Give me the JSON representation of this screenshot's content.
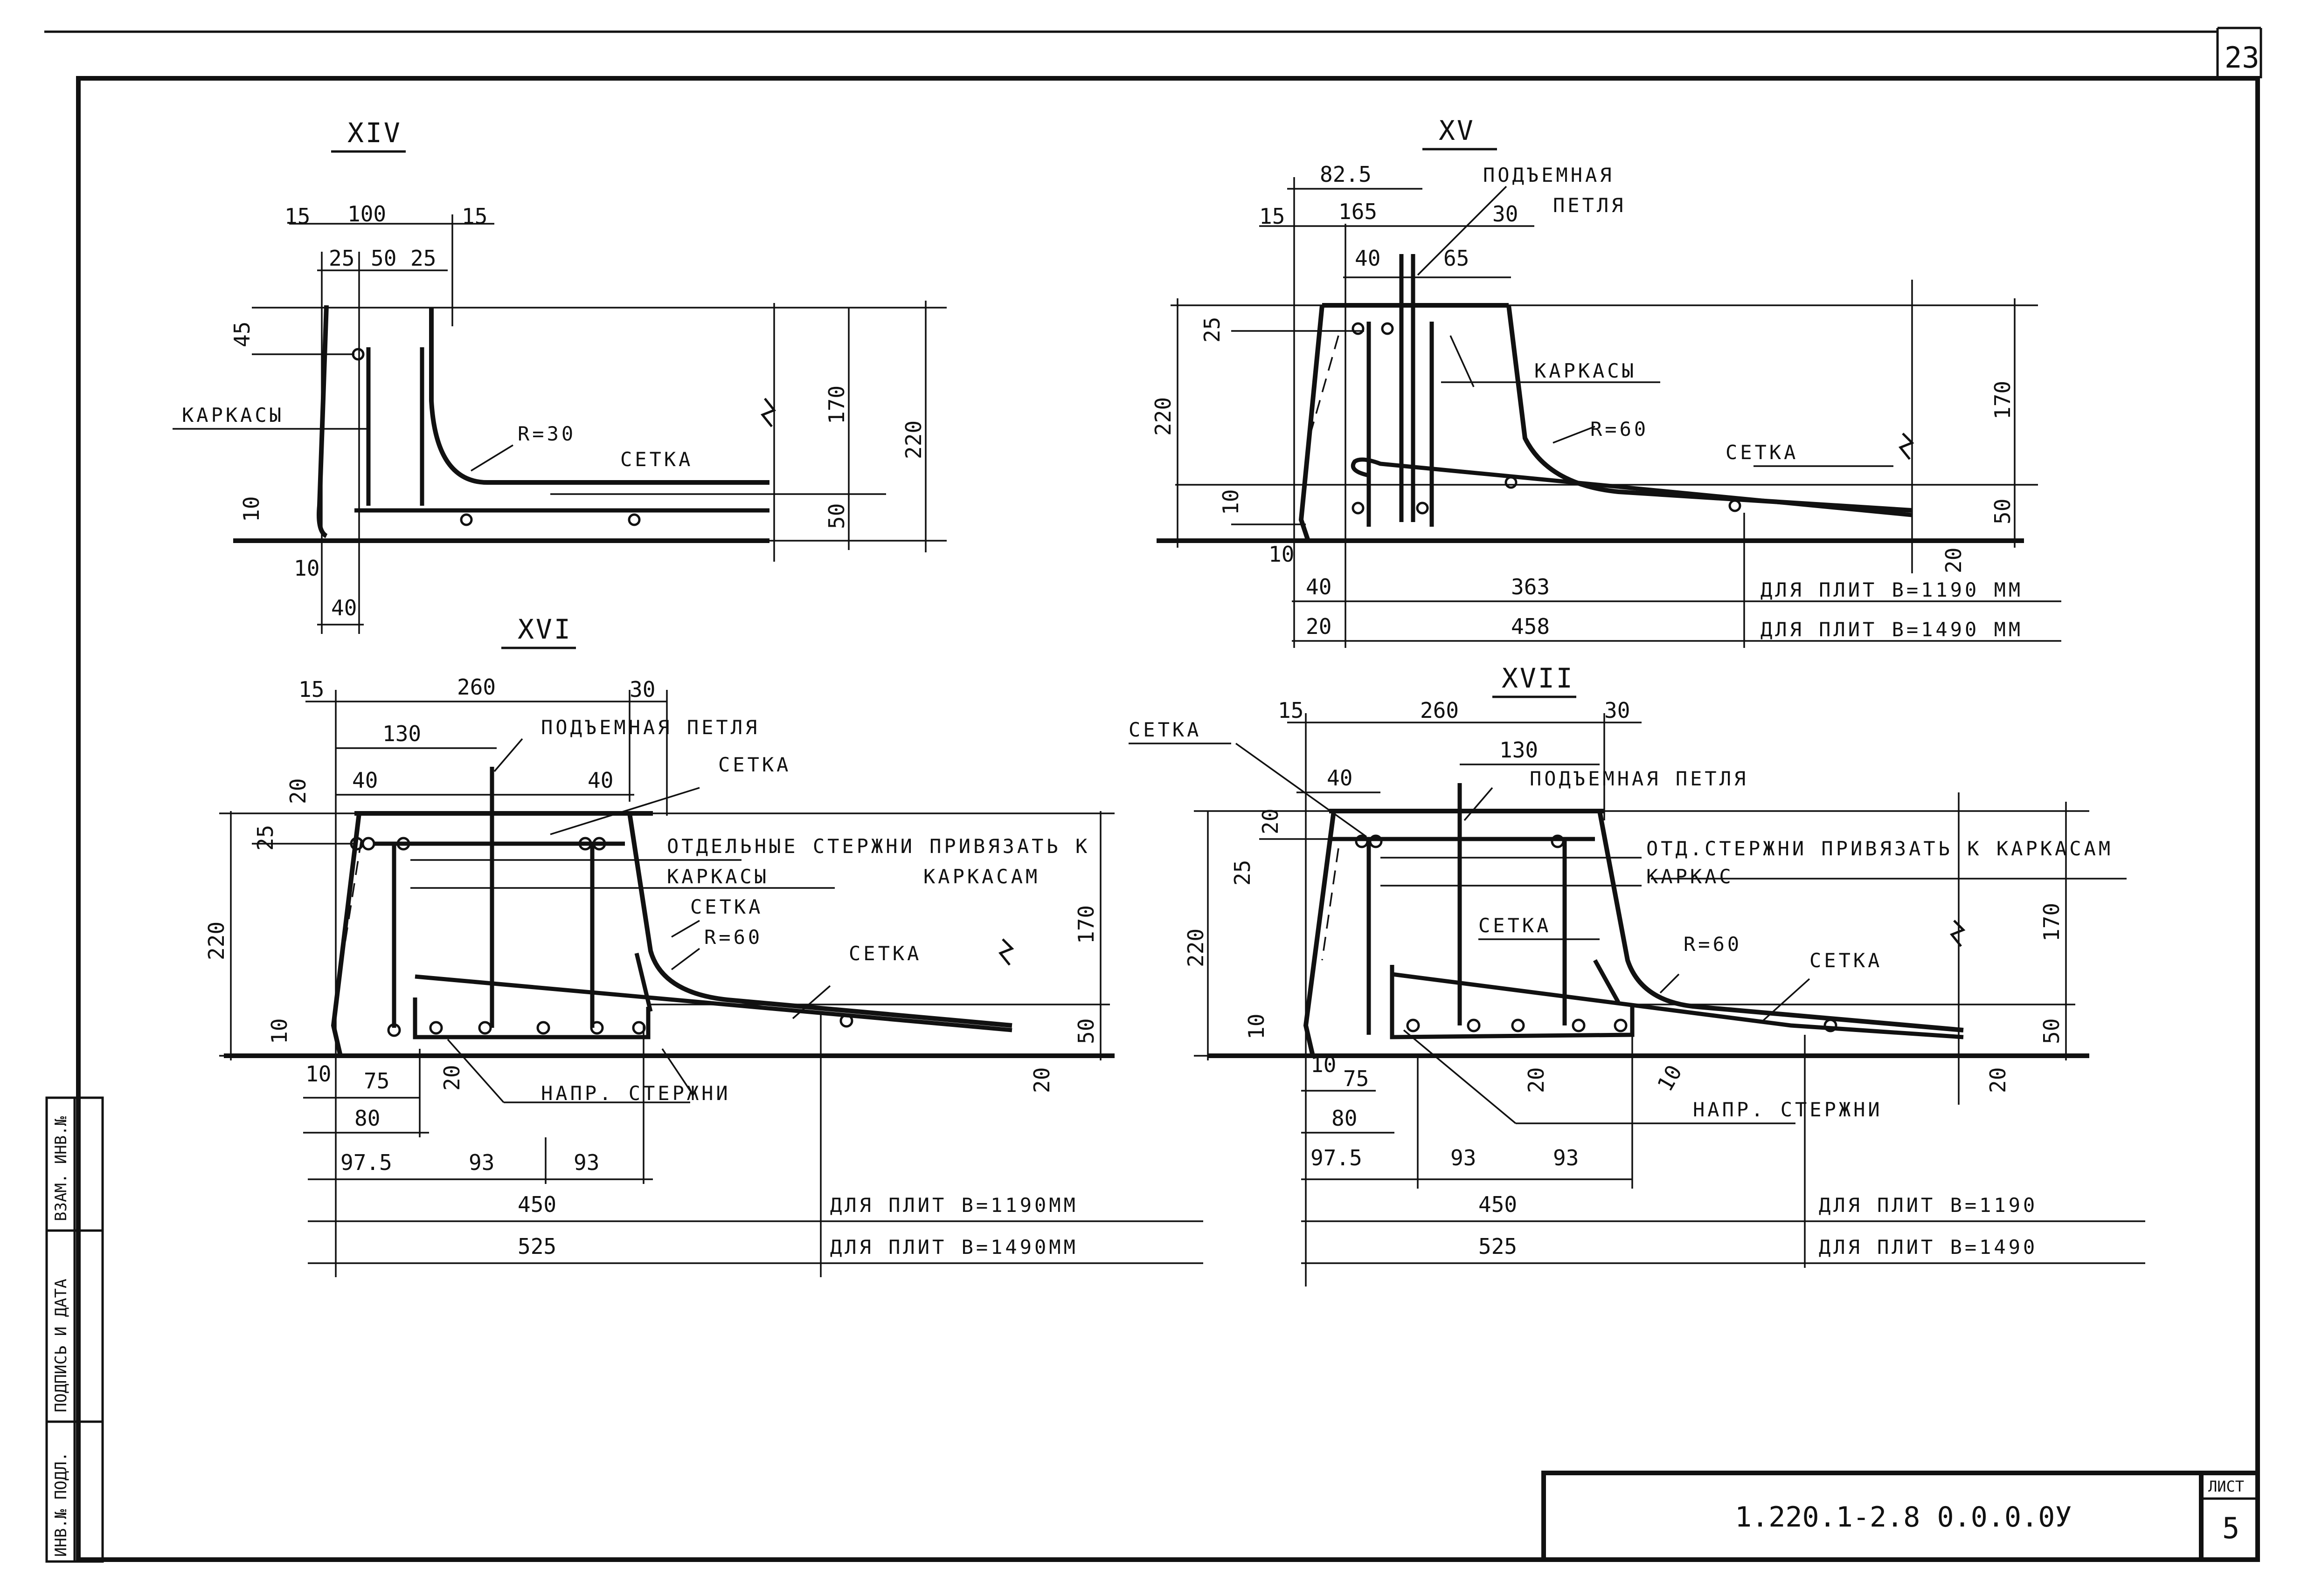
{
  "sheet": {
    "page_number": "23",
    "stamp_code": "1.220.1-2.8 0.0.0.0У",
    "sheet_label": "ЛИСТ",
    "sheet_number": "5",
    "side_stamp": [
      "ИНВ.№ ПОДЛ.",
      "ПОДПИСЬ И ДАТА",
      "ВЗАМ. ИНВ.№"
    ]
  },
  "detail_xiv": {
    "title": "XIV",
    "labels": {
      "karkasy": "КАРКАСЫ",
      "setka": "СЕТКА",
      "radius": "R=30"
    },
    "dims": [
      "15",
      "100",
      "15",
      "25",
      "50",
      "25",
      "45",
      "10",
      "10",
      "40",
      "170",
      "220",
      "50"
    ]
  },
  "detail_xv": {
    "title": "XV",
    "labels": {
      "loop_1": "ПОДЪЕМНАЯ",
      "loop_2": "ПЕТЛЯ",
      "karkasy": "КАРКАСЫ",
      "radius": "R=60",
      "setka": "СЕТКА",
      "note_1190": "ДЛЯ ПЛИТ В=1190 ММ",
      "note_1490": "ДЛЯ ПЛИТ В=1490 ММ"
    },
    "dims": [
      "82.5",
      "15",
      "165",
      "30",
      "40",
      "65",
      "25",
      "220",
      "10",
      "10",
      "40",
      "363",
      "20",
      "458",
      "170",
      "50",
      "20"
    ]
  },
  "detail_xvi": {
    "title": "XVI",
    "labels": {
      "loop": "ПОДЪЕМНАЯ ПЕТЛЯ",
      "setka_1": "СЕТКА",
      "rods_note": "ОТДЕЛЬНЫЕ СТЕРЖНИ ПРИВЯЗАТЬ К",
      "karkasam": "КАРКАСАМ",
      "karkasy": "КАРКАСЫ",
      "setka_2": "СЕТКА",
      "radius": "R=60",
      "setka_3": "СЕТКА",
      "rods": "НАПР. СТЕРЖНИ",
      "note_1190": "ДЛЯ ПЛИТ В=1190ММ",
      "note_1490": "ДЛЯ ПЛИТ В=1490ММ"
    },
    "dims": [
      "15",
      "260",
      "30",
      "130",
      "40",
      "40",
      "20",
      "25",
      "220",
      "10",
      "10",
      "75",
      "80",
      "20",
      "97.5",
      "93",
      "93",
      "450",
      "525",
      "170",
      "50",
      "20"
    ]
  },
  "detail_xvii": {
    "title": "XVII",
    "labels": {
      "setka_1": "СЕТКА",
      "loop": "ПОДЪЕМНАЯ ПЕТЛЯ",
      "rods_note": "ОТД.СТЕРЖНИ ПРИВЯЗАТЬ К КАРКАСАМ",
      "karkas": "КАРКАС",
      "setka_2": "СЕТКА",
      "radius": "R=60",
      "setka_3": "СЕТКА",
      "rods": "НАПР. СТЕРЖНИ",
      "note_1190": "ДЛЯ ПЛИТ В=1190",
      "note_1490": "ДЛЯ ПЛИТ В=1490"
    },
    "dims": [
      "15",
      "260",
      "30",
      "130",
      "40",
      "20",
      "25",
      "220",
      "10",
      "10",
      "75",
      "80",
      "20",
      "10",
      "97.5",
      "93",
      "93",
      "450",
      "525",
      "170",
      "50",
      "20"
    ]
  }
}
